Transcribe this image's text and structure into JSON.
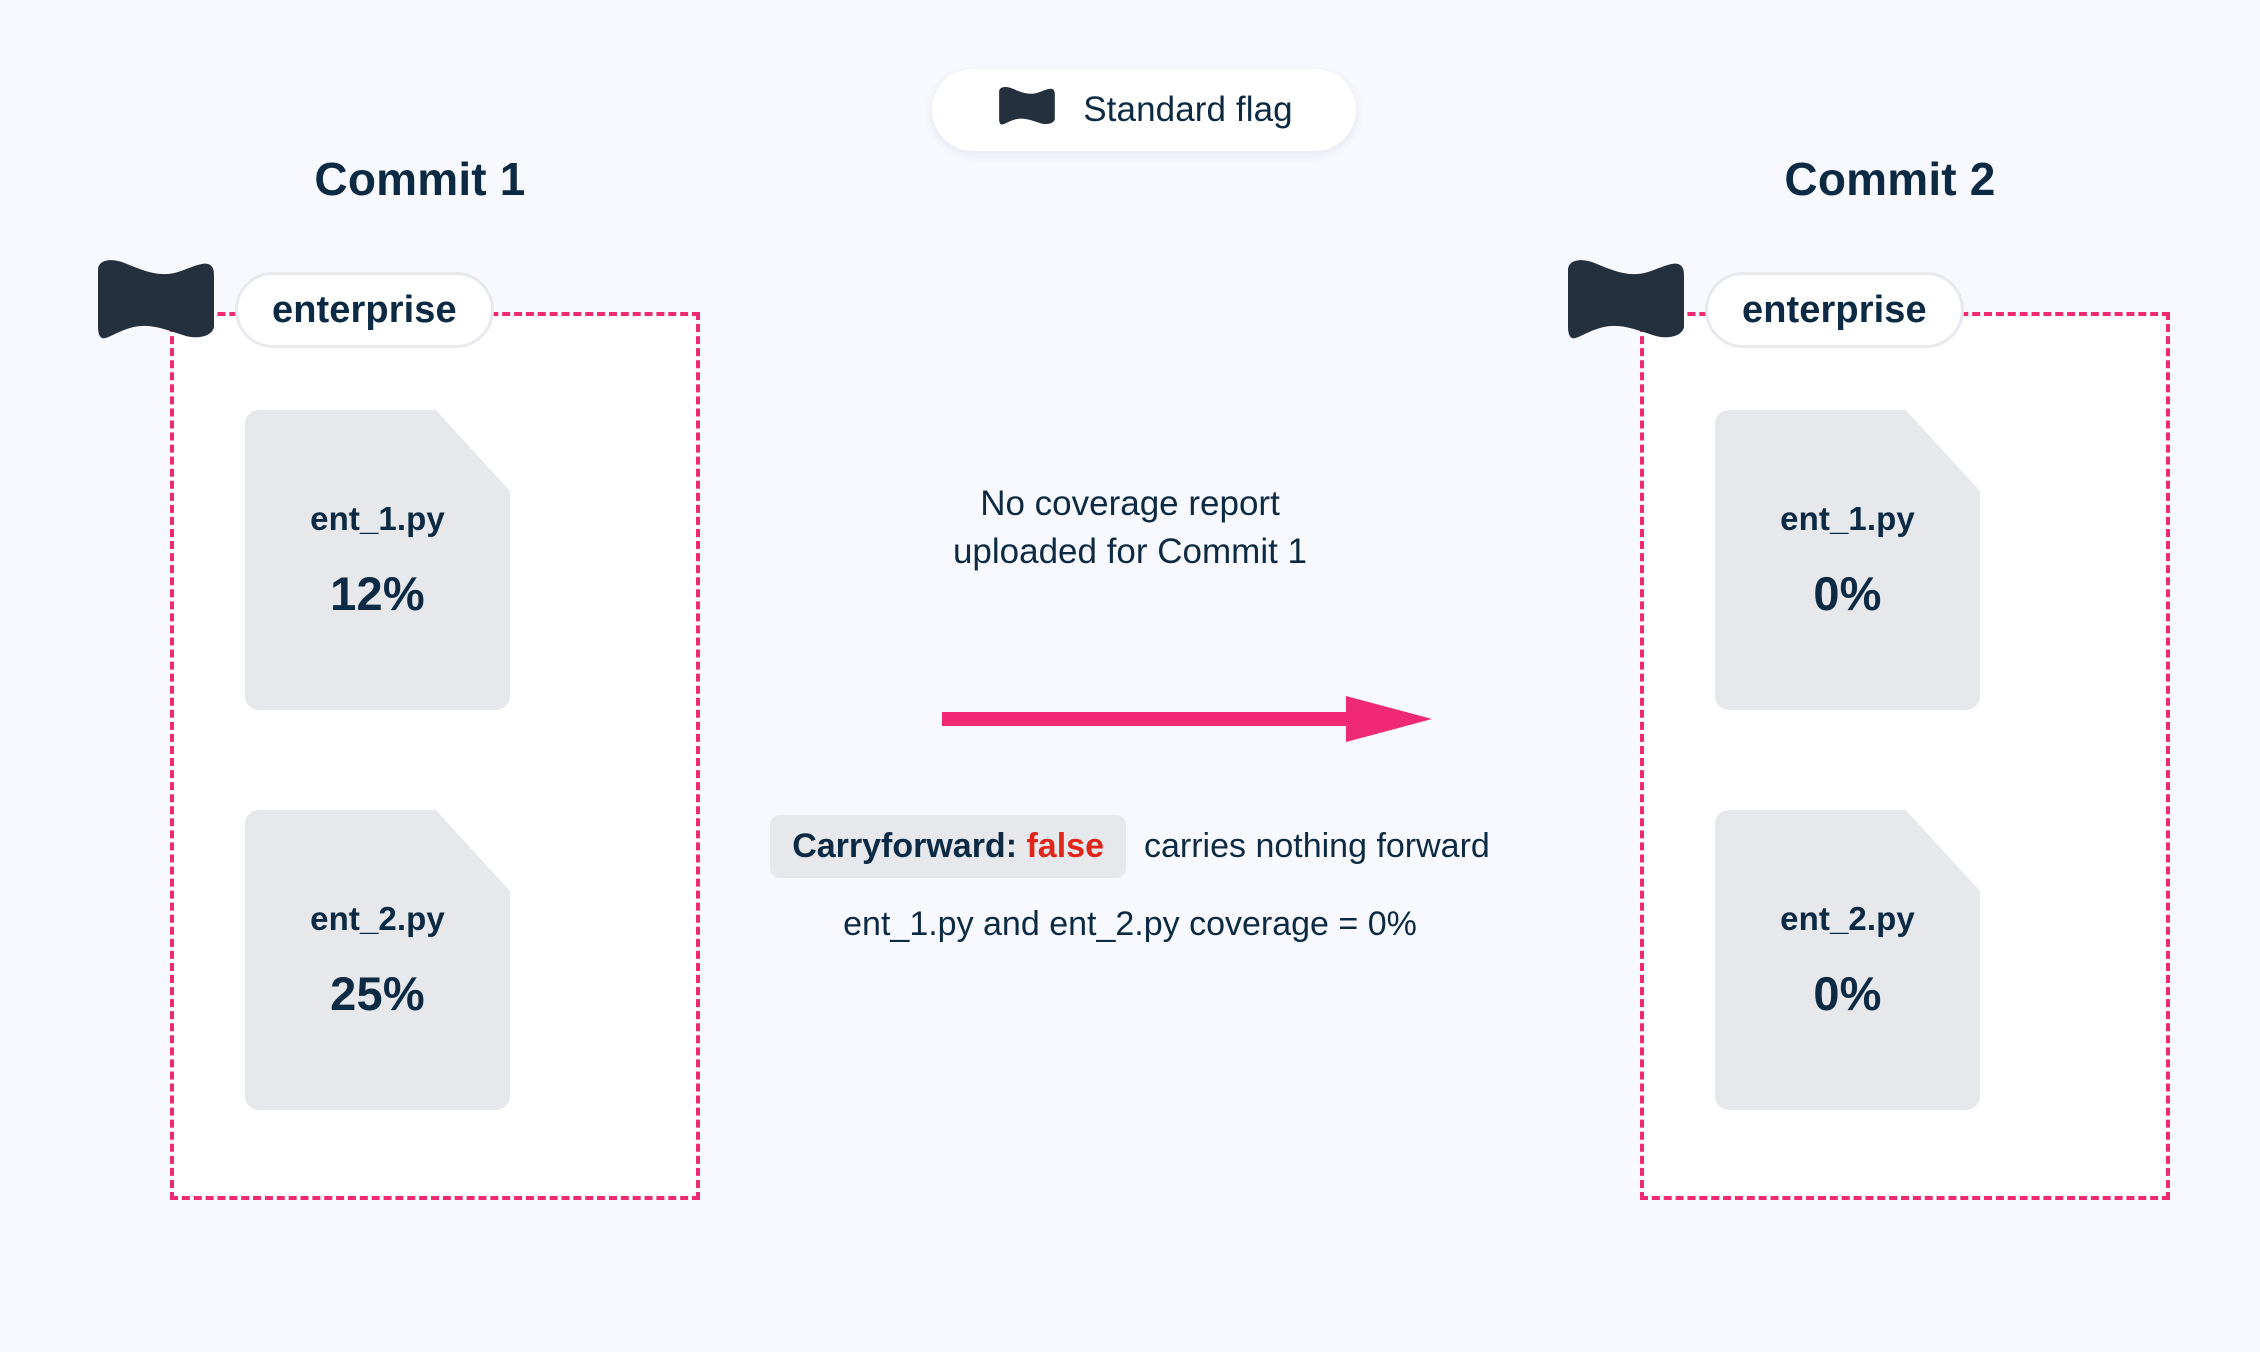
{
  "page": {
    "background_color": "#f8f9fe",
    "text_color": "#0c2a43",
    "accent_pink": "#ef2a73",
    "danger_red": "#e0251b",
    "card_grey": "#e6e8ec"
  },
  "legend": {
    "icon": "flag-icon",
    "label": "Standard flag"
  },
  "commits": [
    {
      "title": "Commit 1",
      "flag_icon": "flag-icon",
      "flag_name": "enterprise",
      "files": [
        {
          "name": "ent_1.py",
          "coverage": "12%"
        },
        {
          "name": "ent_2.py",
          "coverage": "25%"
        }
      ]
    },
    {
      "title": "Commit 2",
      "flag_icon": "flag-icon",
      "flag_name": "enterprise",
      "files": [
        {
          "name": "ent_1.py",
          "coverage": "0%"
        },
        {
          "name": "ent_2.py",
          "coverage": "0%"
        }
      ]
    }
  ],
  "center": {
    "note_line_1": "No coverage report",
    "note_line_2": "uploaded for Commit 1",
    "arrow_icon": "arrow-right-icon",
    "carryforward_label": "Carryforward:",
    "carryforward_value": "false",
    "carryforward_tail": "carries nothing forward",
    "result_line": "ent_1.py and ent_2.py coverage = 0%"
  }
}
